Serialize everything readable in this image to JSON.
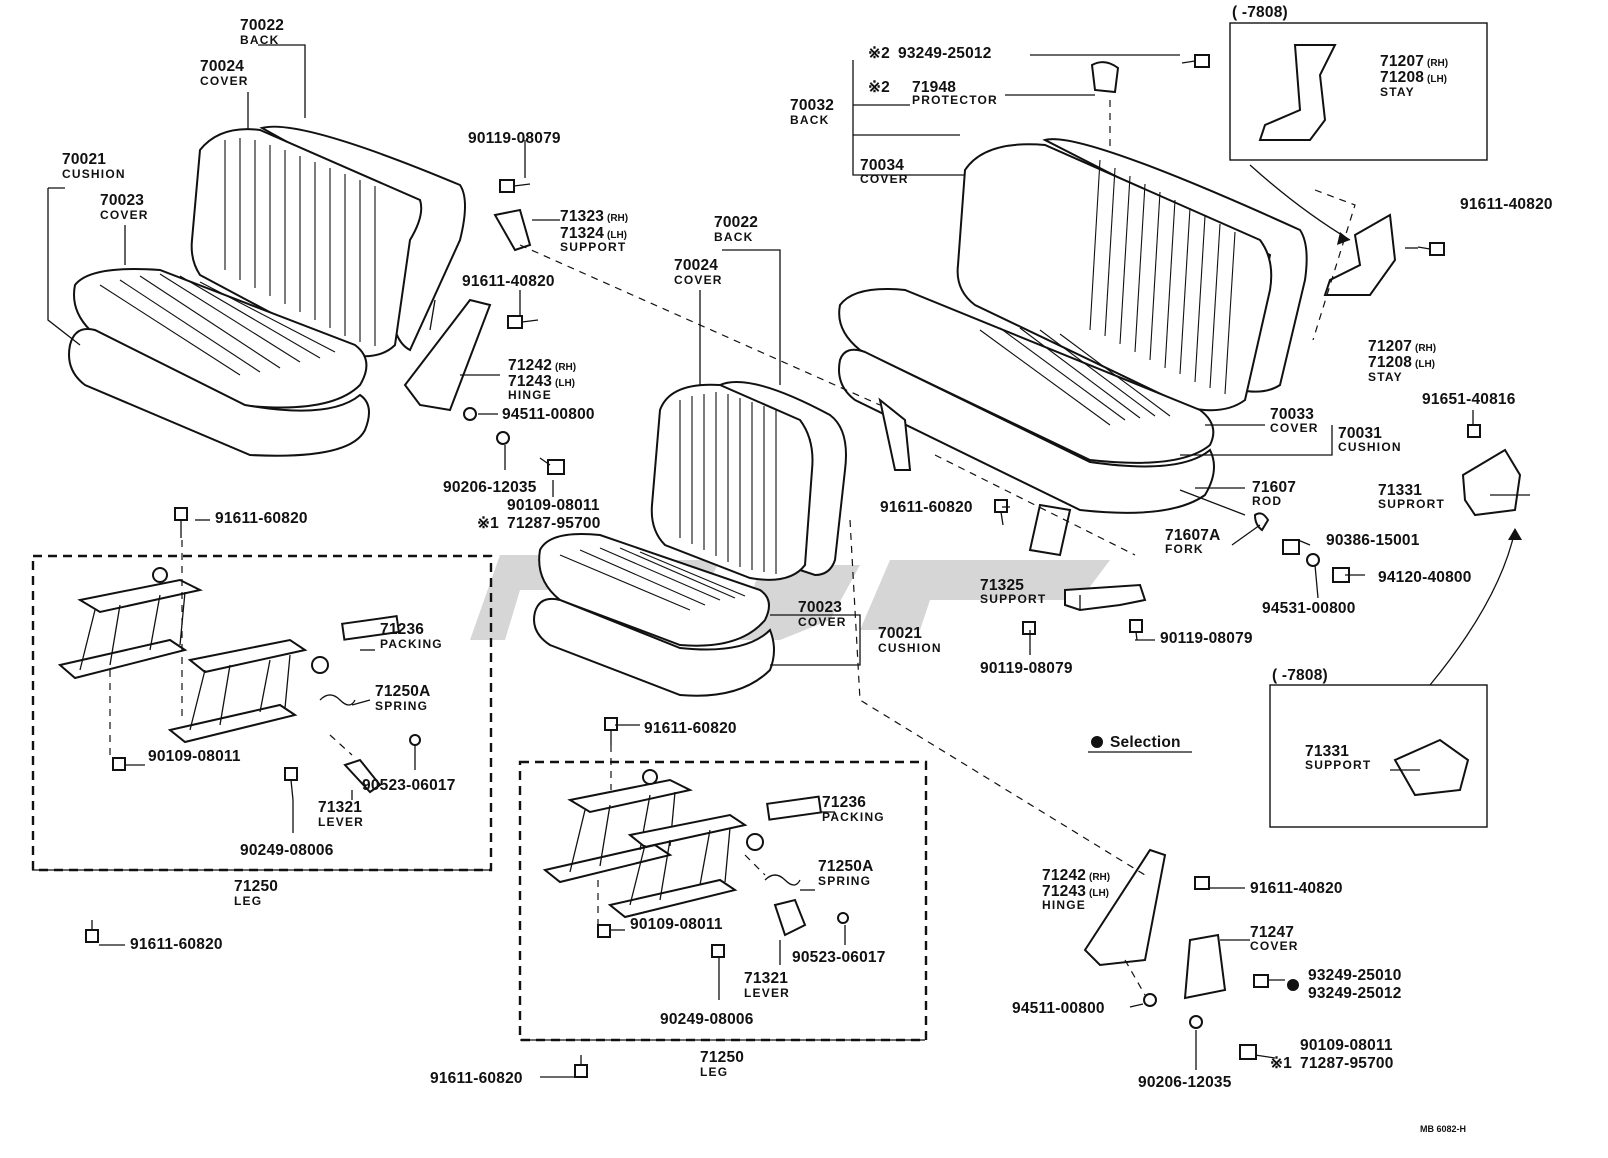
{
  "labels": {
    "back_l_pn": "70022",
    "back_l_nm": "BACK",
    "cover_l_pn": "70024",
    "cover_l_nm": "COVER",
    "cushion_l_pn": "70021",
    "cushion_l_nm": "CUSHION",
    "cover2_l_pn": "70023",
    "cover2_l_nm": "COVER",
    "bolt_90119": "90119-08079",
    "support_71323": "71323",
    "support_71324": "71324",
    "rh": "(RH)",
    "lh": "(LH)",
    "support_nm": "SUPPORT",
    "bolt_91611_40820_a": "91611-40820",
    "hinge_71242": "71242",
    "hinge_71243": "71243",
    "hinge_nm": "HINGE",
    "washer_94511": "94511-00800",
    "washer_90206": "90206-12035",
    "bolt_90109": "90109-08011",
    "mark1": "※1",
    "bolt_71287": "71287-95700",
    "back_c_pn": "70022",
    "back_c_nm": "BACK",
    "cover_c_pn": "70024",
    "cover_c_nm": "COVER",
    "cover2_c_pn": "70023",
    "cover2_c_nm": "COVER",
    "cushion_c_pn": "70021",
    "cushion_c_nm": "CUSHION",
    "mark2": "※2",
    "bolt_93249_25012": "93249-25012",
    "prot_pn": "71948",
    "prot_nm": "PROTECTOR",
    "back_r_pn": "70032",
    "back_r_nm": "BACK",
    "cover_r_pn": "70034",
    "cover_r_nm": "COVER",
    "range_tl": "(      -7808)",
    "stay_71207": "71207",
    "stay_71208": "71208",
    "stay_nm": "STAY",
    "bolt_91611_40820_b": "91611-40820",
    "cover_70033": "70033",
    "cover_70033_nm": "COVER",
    "cushion_70031": "70031",
    "cushion_70031_nm": "CUSHION",
    "bolt_91651": "91651-40816",
    "sup_71331": "71331",
    "sup_71331_nm": "SUPRORT",
    "bolt_91611_60820_a": "91611-60820",
    "rod_pn": "71607",
    "rod_nm": "ROD",
    "fork_pn": "71607A",
    "fork_nm": "FORK",
    "nut_90386": "90386-15001",
    "nut_94120": "94120-40800",
    "washer_94531": "94531-00800",
    "sup_71325": "71325",
    "sup_71325_nm": "SUPPORT",
    "bolt_90119_b": "90119-08079",
    "bolt_90119_c": "90119-08079",
    "range_br": "(      -7808)",
    "sup_71331_b": "71331",
    "sup_71331_b_nm": "SUPPORT",
    "selection": "Selection",
    "pack_71236": "71236",
    "pack_nm": "PACKING",
    "spring_71250a": "71250A",
    "spring_nm": "SPRING",
    "bolt_90109_b": "90109-08011",
    "clip_90523": "90523-06017",
    "lever_71321": "71321",
    "lever_nm": "LEVER",
    "pin_90249": "90249-08006",
    "leg_71250": "71250",
    "leg_nm": "LEG",
    "bolt_91611_60820_b": "91611-60820",
    "bolt_91611_60820_c": "91611-60820",
    "bolt_91611_60820_d": "91611-60820",
    "hinge_r_71242": "71242",
    "hinge_r_71243": "71243",
    "bolt_91611_40820_c": "91611-40820",
    "cover_71247": "71247",
    "cover_71247_nm": "COVER",
    "bolt_93249_25010": "93249-25010",
    "bolt_93249_25012_b": "93249-25012",
    "washer_94511_b": "94511-00800",
    "bolt_90109_c": "90109-08011",
    "bolt_71287_b": "71287-95700",
    "washer_90206_b": "90206-12035",
    "code": "MB 6082-H",
    "pack_71236_b": "71236",
    "spring_71250a_b": "71250A",
    "bolt_90109_d": "90109-08011",
    "clip_90523_b": "90523-06017",
    "lever_71321_b": "71321",
    "pin_90249_b": "90249-08006",
    "leg_71250_b": "71250"
  },
  "colors": {
    "ink": "#111111",
    "watermark": "#cfcfcf",
    "background": "#ffffff"
  }
}
